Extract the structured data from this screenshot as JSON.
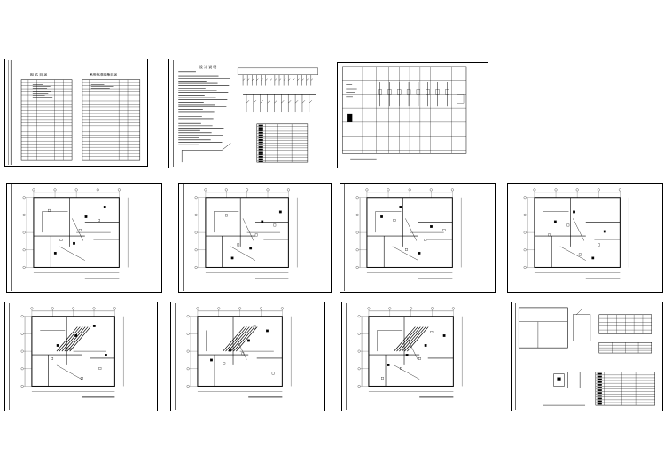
{
  "sheets": [
    {
      "id": "s1",
      "kind": "drawing-index"
    },
    {
      "id": "s2",
      "kind": "design-notes"
    },
    {
      "id": "s3",
      "kind": "system-diagram"
    },
    {
      "id": "s4",
      "kind": "floor-plan"
    },
    {
      "id": "s5",
      "kind": "floor-plan"
    },
    {
      "id": "s6",
      "kind": "floor-plan"
    },
    {
      "id": "s7",
      "kind": "floor-plan"
    },
    {
      "id": "s8",
      "kind": "floor-plan"
    },
    {
      "id": "s9",
      "kind": "floor-plan"
    },
    {
      "id": "s10",
      "kind": "floor-plan"
    },
    {
      "id": "s11",
      "kind": "details"
    }
  ],
  "s1_headers": [
    "图 纸 目 录",
    "采用标准图集目录"
  ],
  "s2_header": "设 计 说 明"
}
